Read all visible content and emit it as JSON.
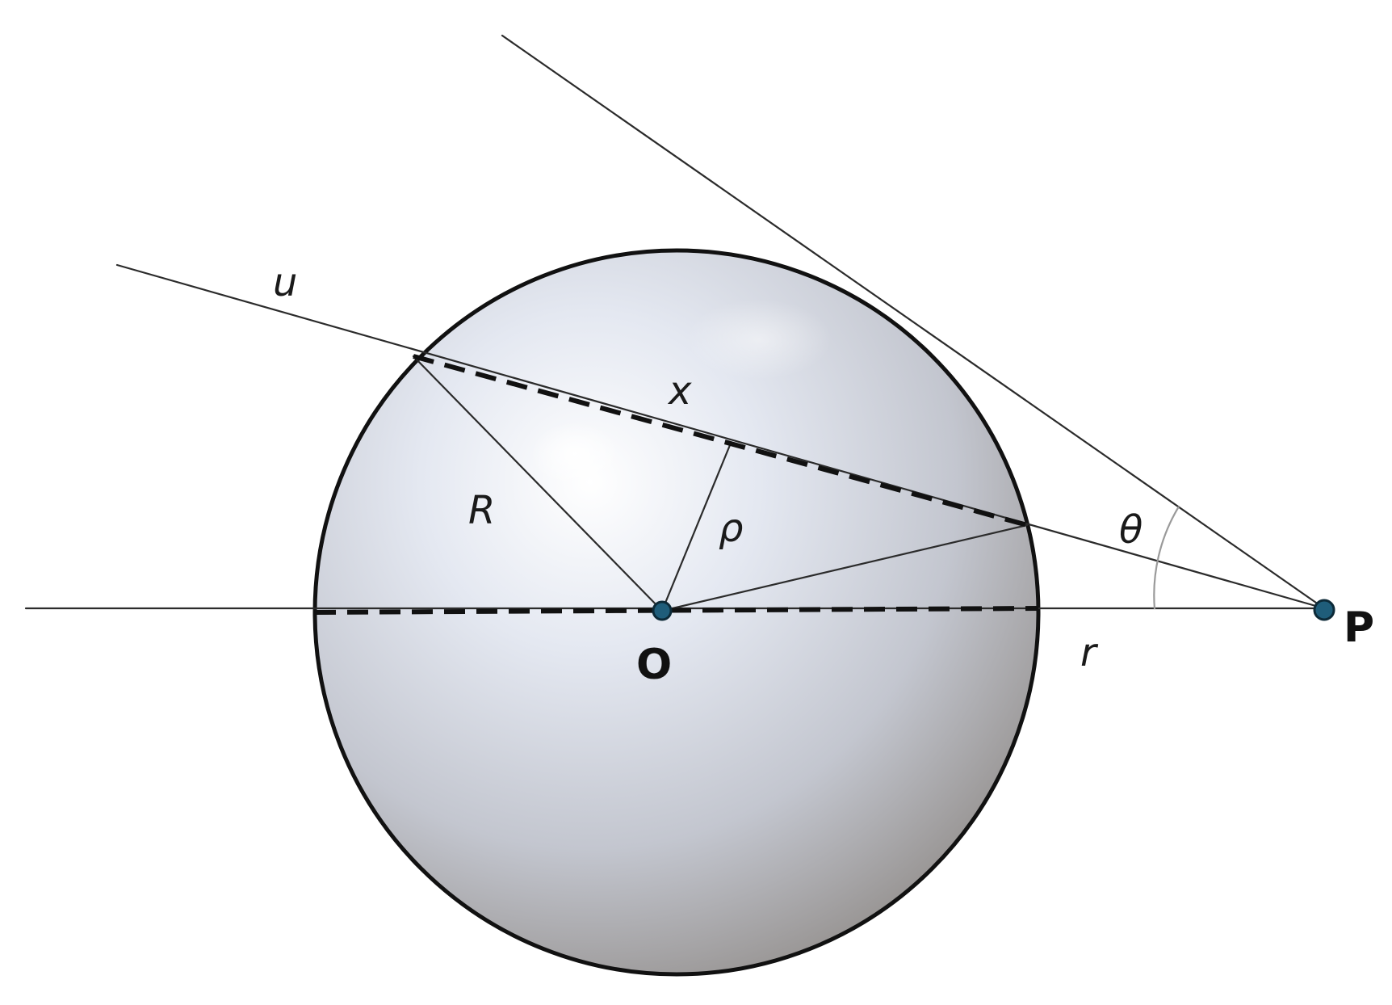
{
  "labels": {
    "u": "u",
    "x": "x",
    "R": "R",
    "rho": "ρ",
    "theta": "θ",
    "O": "O",
    "P": "P",
    "r": "r"
  },
  "colors": {
    "outline": "#111111",
    "point_fill": "#1f5d7a",
    "sphere_light": "#f6f7fb",
    "sphere_mid": "#c9cfdb",
    "sphere_dark": "#8f8a86"
  }
}
